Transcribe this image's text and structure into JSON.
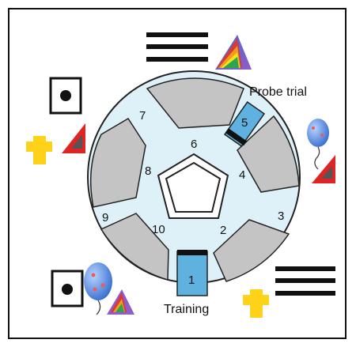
{
  "arms": [
    {
      "id": "1",
      "label": "1"
    },
    {
      "id": "2",
      "label": "2"
    },
    {
      "id": "3",
      "label": "3"
    },
    {
      "id": "4",
      "label": "4"
    },
    {
      "id": "5",
      "label": "5"
    },
    {
      "id": "6",
      "label": "6"
    },
    {
      "id": "7",
      "label": "7"
    },
    {
      "id": "8",
      "label": "8"
    },
    {
      "id": "9",
      "label": "9"
    },
    {
      "id": "10",
      "label": "10"
    }
  ],
  "captions": {
    "probe": "Probe trial",
    "training": "Training"
  },
  "colors": {
    "wall": "#c4c4c4",
    "maze_floor": "#dff1f8",
    "highlight_arm": "#5fb1df",
    "outline": "#222222",
    "gate": "#111111",
    "shape": "#ffd21a",
    "triangle": "#e02424",
    "balloon": "#5b8fe0"
  },
  "cues": [
    {
      "name": "bars-cue"
    },
    {
      "name": "pyramid-cue"
    },
    {
      "name": "dot-card-cue"
    },
    {
      "name": "balloon-cue"
    },
    {
      "name": "yellow-cross-cue"
    },
    {
      "name": "red-triangle-cue"
    }
  ]
}
